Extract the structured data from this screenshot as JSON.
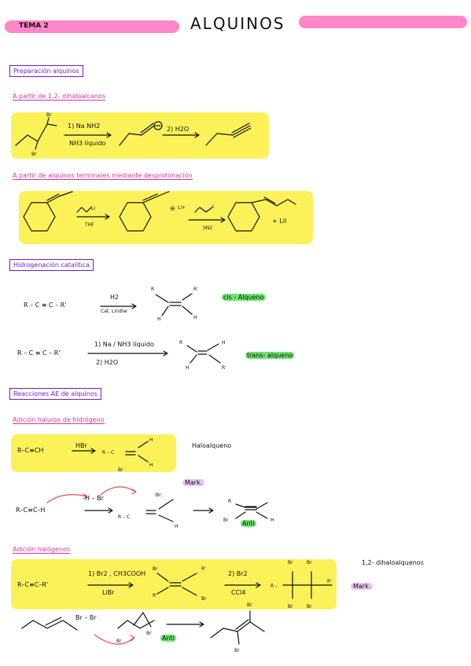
{
  "header": {
    "tema": "TEMA 2",
    "title": "ALQUINOS"
  },
  "sections": {
    "preparacion": {
      "title": "Preparación alquinos",
      "sub1": "A partir de 1,2- dihaloalcanos",
      "r1_step1": "1) Na NH2",
      "r1_step1b": "NH3 líquido",
      "r1_step2": "2) H2O",
      "sub2": "A partir de alquinos terminales mediante desprotonación",
      "r2_reagent": "THF",
      "r2_li": "Li",
      "r2_anion": "Li+",
      "r2_reagent2": "SN2",
      "r2_i": "I",
      "r2_product": "+ LiI"
    },
    "hidrogenacion": {
      "title": "Hidrogenación catalítica",
      "r1_left": "R – C ≡ C – R'",
      "r1_top": "H2",
      "r1_bottom": "Cat. Lindlar",
      "r1_tag": "cis - Alqueno",
      "r2_left": "R – C ≡ C – R'",
      "r2_top": "1) Na / NH3 líquido",
      "r2_bottom": "2) H2O",
      "r2_tag": "trans- alqueno"
    },
    "reacciones": {
      "title": "Reacciones AE de alquinos",
      "sub1": "Adición haluros de hidrógeno",
      "hx_left": "R–C≡CH",
      "hx_reagent": "HBr",
      "hx_tag": "Haloalqueno",
      "mark1": "Mark.",
      "mech_left": "R–C≡C–H",
      "mech_hbr": "H – Br",
      "anti1": "Anti",
      "sub2": "Adición halógenos",
      "x2_left": "R–C≡C–R'",
      "x2_step1": "1) Br2 , CH3COOH",
      "x2_step1b": "LiBr",
      "x2_step2": "2) Br2",
      "x2_step2b": "CCl4",
      "x2_tag": "1,2- dihaloalquenos",
      "mark2": "Mark.",
      "br2": "Br – Br",
      "anti2": "Anti"
    }
  },
  "colors": {
    "pink": "#e0309a",
    "purple": "#6a1fd1",
    "highlight": "#fbf25a",
    "green": "#6ee36e",
    "lilac": "#e9c6f7",
    "bar": "#ff86c8"
  }
}
